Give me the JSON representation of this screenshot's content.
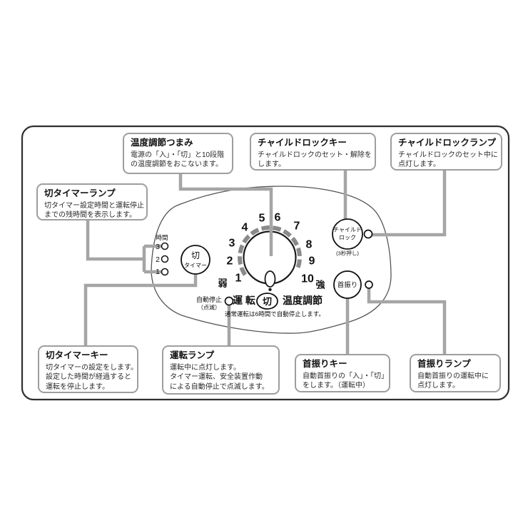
{
  "colors": {
    "connector_gray": "#a5a5a5",
    "box_border_gray": "#9e9e9e",
    "frame_black": "#2f2f2f",
    "panel_outline_gray": "#555555",
    "dial_arc_gray": "#8a8a8a",
    "ink": "#111111"
  },
  "callouts": [
    {
      "key": "temp-knob",
      "title": "温度調節つまみ",
      "body": [
        "電源の「入」・「切」と10段階",
        "の温度調節をおこないます。"
      ]
    },
    {
      "key": "child-lock-key",
      "title": "チャイルドロックキー",
      "body": [
        "チャイルドロックのセット・解除を",
        "します。"
      ]
    },
    {
      "key": "child-lock-lamp",
      "title": "チャイルドロックランプ",
      "body": [
        "チャイルドロックのセット中に",
        "点灯します。"
      ]
    },
    {
      "key": "off-timer-lamp",
      "title": "切タイマーランプ",
      "body": [
        "切タイマー設定時間と運転停止",
        "までの残時間を表示します。"
      ]
    },
    {
      "key": "off-timer-key",
      "title": "切タイマーキー",
      "body": [
        "切タイマーの設定をします。",
        "設定した時間が経過すると",
        "運転を停止します。"
      ]
    },
    {
      "key": "run-lamp",
      "title": "運転ランプ",
      "body": [
        "運転中に点灯します。",
        "タイマー運転、安全装置作動",
        "による自動停止で点滅します。"
      ]
    },
    {
      "key": "swing-key",
      "title": "首振りキー",
      "body": [
        "自動首振りの「入」・「切」",
        "をします。（運転中）"
      ]
    },
    {
      "key": "swing-lamp",
      "title": "首振りランプ",
      "body": [
        "自動首振りの運転中に",
        "点灯します。"
      ]
    }
  ],
  "panel": {
    "dial": {
      "numbers": [
        "1",
        "2",
        "3",
        "4",
        "5",
        "6",
        "7",
        "8",
        "9",
        "10"
      ],
      "min_label": "弱",
      "max_label": "強"
    },
    "status_row": {
      "auto_stop": "自動停止",
      "blink": "（点滅）",
      "run": "運 転",
      "off_badge": "切",
      "temp_control": "温度調節"
    },
    "note": "通常運転は6時間で自動停止します。",
    "off_timer": {
      "unit": "時間",
      "hours": [
        "3",
        "2",
        "1"
      ],
      "button_line1": "切",
      "button_line2": "タイマー"
    },
    "child_lock": {
      "button_line1": "チャイルド",
      "button_line2": "ロック",
      "hint": "(3秒押し)"
    },
    "swing": {
      "button": "首振り"
    }
  }
}
